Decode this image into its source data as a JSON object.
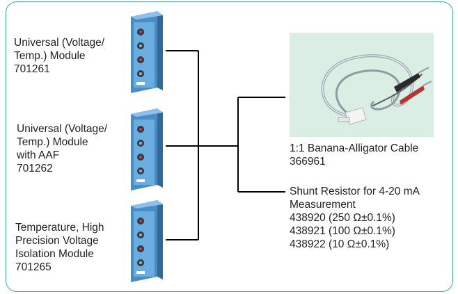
{
  "modules": [
    {
      "lines": [
        "Universal (Voltage/",
        "Temp.) Module",
        "701261"
      ],
      "icon": "input-module-icon"
    },
    {
      "lines": [
        "Universal (Voltage/",
        "Temp.) Module",
        "with AAF",
        "701262"
      ],
      "icon": "input-module-icon"
    },
    {
      "lines": [
        "Temperature, High",
        "Precision Voltage",
        "Isolation Module",
        "701265"
      ],
      "icon": "input-module-icon"
    }
  ],
  "cable": {
    "lines": [
      "1:1 Banana-Alligator Cable",
      "366961"
    ],
    "icon": "banana-alligator-cable-icon"
  },
  "shunt": {
    "lines": [
      "Shunt Resistor for 4-20 mA",
      "Measurement",
      "438920 (250 Ω±0.1%)",
      "438921 (100 Ω±0.1%)",
      "438922 (10 Ω±0.1%)"
    ]
  },
  "colors": {
    "frame": "#3fb08a",
    "module_body": "#5d9fd3",
    "connector_line": "#000000",
    "photo_bg": "#dbeee3"
  }
}
